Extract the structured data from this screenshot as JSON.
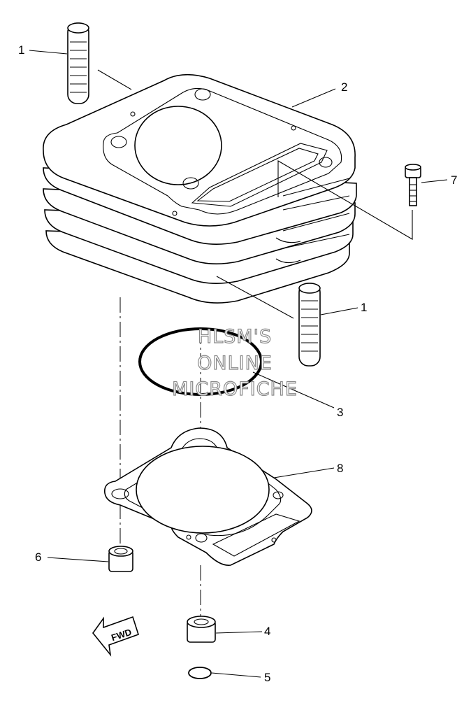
{
  "callouts": {
    "c1a": "1",
    "c2": "2",
    "c7": "7",
    "c1b": "1",
    "c3": "3",
    "c8": "8",
    "c6": "6",
    "c4": "4",
    "c5": "5"
  },
  "watermark": {
    "line1": "HLSM'S",
    "line2": "ONLINE",
    "line3": "MICROFICHE"
  },
  "fwd_label": "FWD"
}
